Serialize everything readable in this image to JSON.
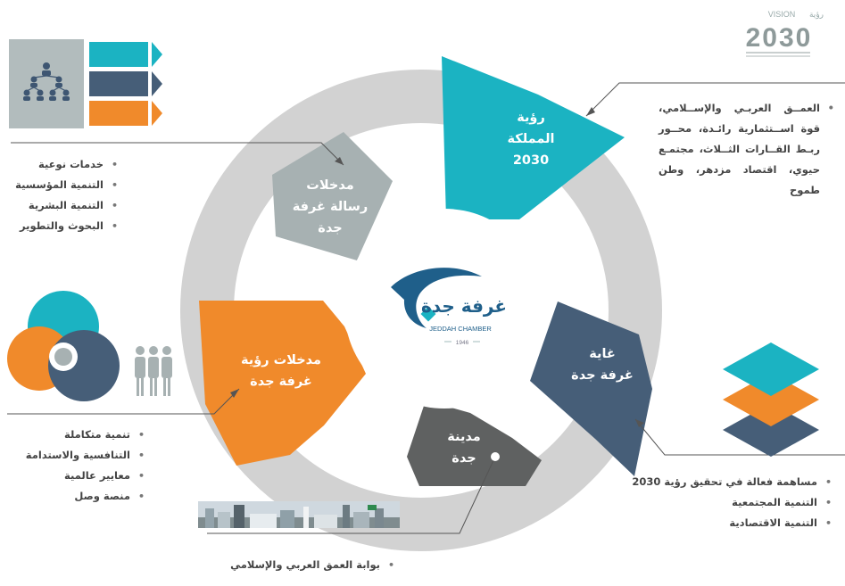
{
  "vision_logo": {
    "word": "VISION",
    "arabic": "رؤية",
    "year": "2030"
  },
  "center_logo": {
    "arabic": "غرفة جدة",
    "english": "JEDDAH CHAMBER",
    "year": "1946"
  },
  "segments": {
    "vision": {
      "lines": [
        "رؤية",
        "المملكة",
        "2030"
      ]
    },
    "mission": {
      "lines": [
        "مدخلات",
        "رسالة غرفة",
        "جدة"
      ]
    },
    "goal": {
      "lines": [
        "غاية",
        "غرفة جدة"
      ]
    },
    "city": {
      "lines": [
        "مدينة",
        "جدة"
      ]
    },
    "vision_inputs": {
      "lines": [
        "مدخلات رؤية",
        "غرفة جدة"
      ]
    }
  },
  "vision_text": "العمــق العربـي والإســلامي، قوة اســتثمارية رائـدة، محــور ربـط القــارات الثــلاث، مجتمـع حيوي، اقتصاد مزدهر، وطن طموح",
  "mission_list": [
    "خدمات نوعية",
    "التنمية المؤسسية",
    "التنمية البشرية",
    "البحوث والتطوير"
  ],
  "vision_inputs_list": [
    "تنمية متكاملة",
    "التنافسية والاستدامة",
    "معايير عالمية",
    "منصة وصل"
  ],
  "goal_list": [
    "مساهمة فعالة في تحقيق رؤية 2030",
    "التنمية المجتمعية",
    "التنمية الاقتصادية"
  ],
  "city_list": [
    "بوابة العمق العربي والإسلامي"
  ],
  "colors": {
    "teal": "#1bb3c2",
    "gray": "#a7b1b2",
    "slate": "#465e78",
    "orange": "#f08a2b",
    "dark": "#5f6161",
    "ring": "#d2d2d2"
  }
}
